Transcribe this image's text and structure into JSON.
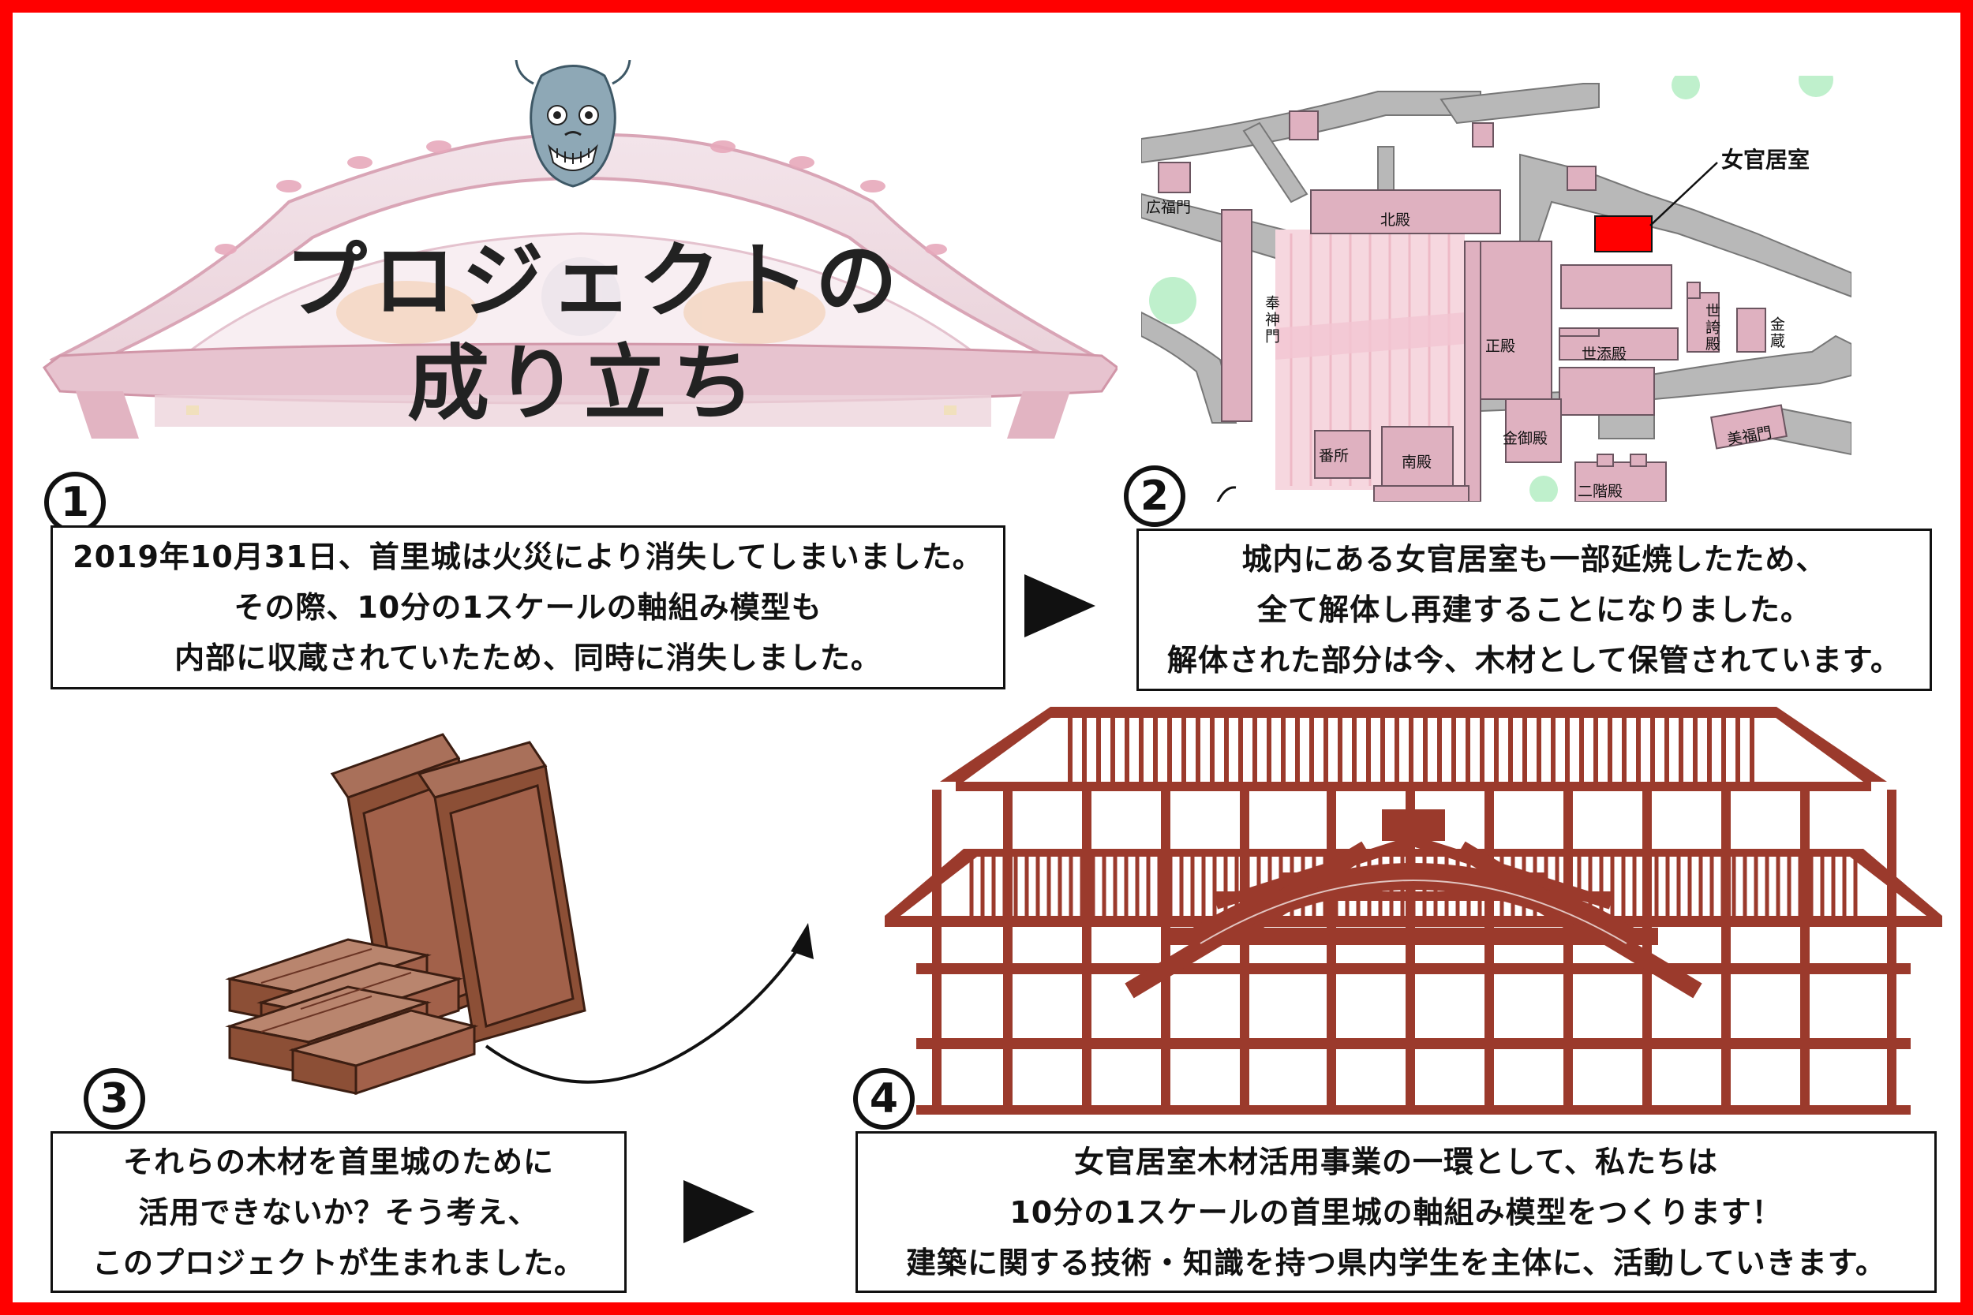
{
  "title": {
    "line1": "プロジェクトの",
    "line2": "成り立ち"
  },
  "steps": {
    "s1": {
      "number": "1",
      "lines": [
        "2019年10月31日、首里城は火災により消失してしまいました。",
        "その際、10分の1スケールの軸組み模型も",
        "内部に収蔵されていたため、同時に消失しました。"
      ]
    },
    "s2": {
      "number": "2",
      "lines": [
        "城内にある女官居室も一部延焼したため、",
        "全て解体し再建することになりました。",
        "解体された部分は今、木材として保管されています。"
      ]
    },
    "s3": {
      "number": "3",
      "lines": [
        "それらの木材を首里城のために",
        "活用できないか？そう考え、",
        "このプロジェクトが生まれました。"
      ]
    },
    "s4": {
      "number": "4",
      "lines": [
        "女官居室木材活用事業の一環として、私たちは",
        "10分の1スケールの首里城の軸組み模型をつくります！",
        "建築に関する技術・知識を持つ県内学生を主体に、活動していきます。"
      ]
    }
  },
  "map": {
    "highlight_label": "女官居室",
    "labels": {
      "kofukumon": "広福門",
      "hokuden": "北殿",
      "houshinmon": "奉神門",
      "seiden": "正殿",
      "sesoden": "世添殿",
      "seshiden": "世誇殿",
      "kingura": "金蔵",
      "bansho": "番所",
      "nanden": "南殿",
      "kinugoten": "金御殿",
      "bifukumon": "美福門",
      "nikaiden": "二階殿"
    },
    "colors": {
      "building": "#dfb1c0",
      "road": "#b8b8b8",
      "highlight": "#ff0000",
      "tree": "#bff0cc"
    }
  },
  "icons": {
    "shisa": "shisa-ornament-icon",
    "roof": "castle-roof-icon",
    "wood": "wood-planks-icon",
    "frame": "timber-frame-model-icon",
    "arrow": "right-arrow-icon",
    "curve": "curved-arrow-icon"
  },
  "colors": {
    "frame": "#9b3a2c",
    "wood": "#8c4f36",
    "border": "#ff0000"
  }
}
